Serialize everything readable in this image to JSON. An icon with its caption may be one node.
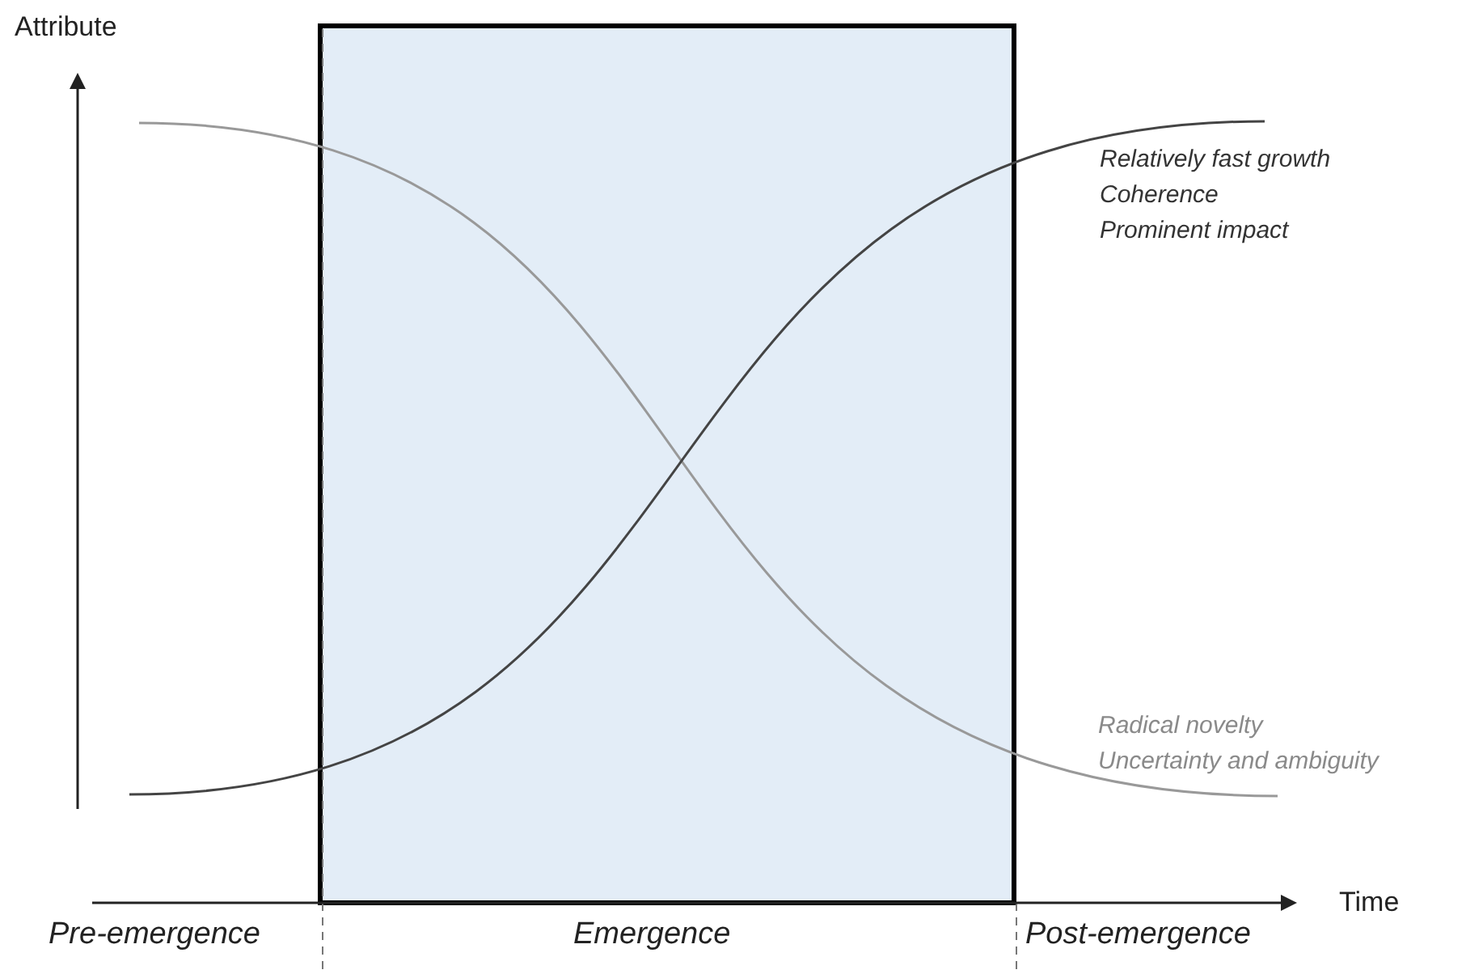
{
  "diagram": {
    "labels": [
      "Attribute",
      "Relatively fast growth",
      "Coherence",
      "Prominent impact",
      "Radical novelty",
      "Uncertainty and ambiguity",
      "Time",
      "Pre-emergence",
      "Emergence",
      "Post-emergence"
    ]
  }
}
